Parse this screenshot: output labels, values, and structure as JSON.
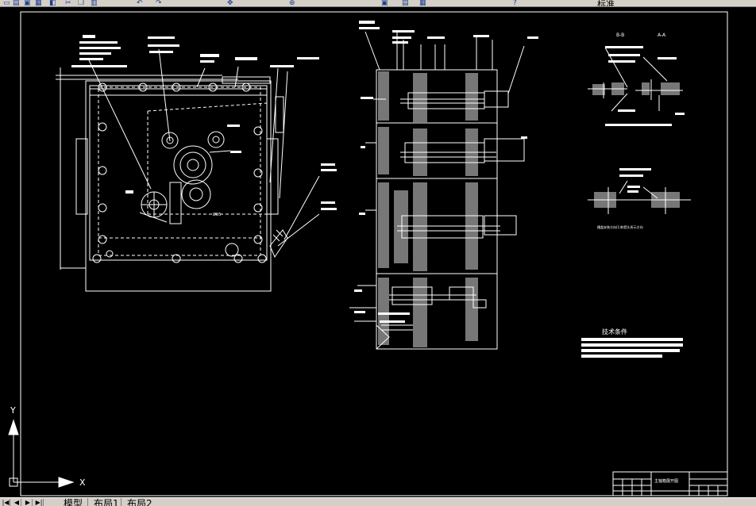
{
  "toolbar": {
    "title": "标准",
    "icons": [
      "new-icon",
      "open-icon",
      "save-icon",
      "print-icon",
      "preview-icon",
      "cut-icon",
      "copy-icon",
      "paste-icon",
      "undo-icon",
      "redo-icon",
      "pan-icon",
      "zoom-icon",
      "properties-icon",
      "designcenter-icon",
      "toolpalette-icon",
      "help-icon"
    ]
  },
  "drawing": {
    "section_bb": "B-B",
    "section_aa": "A-A",
    "tech_heading": "技术条件",
    "note": "槽盖安装方向(1)和箭头所示方向",
    "title_block_name": "主轴箱展开图",
    "dim_circle": "Ø85"
  },
  "ucs": {
    "y_label": "Y",
    "x_label": "X"
  },
  "tabs": {
    "model": "模型",
    "layout1": "布局1",
    "layout2": "布局2",
    "nav": [
      "|◀",
      "◀",
      "▶",
      "▶|"
    ]
  },
  "colors": {
    "background": "#000000",
    "lines": "#ffffff",
    "ui": "#d4d0c8"
  }
}
